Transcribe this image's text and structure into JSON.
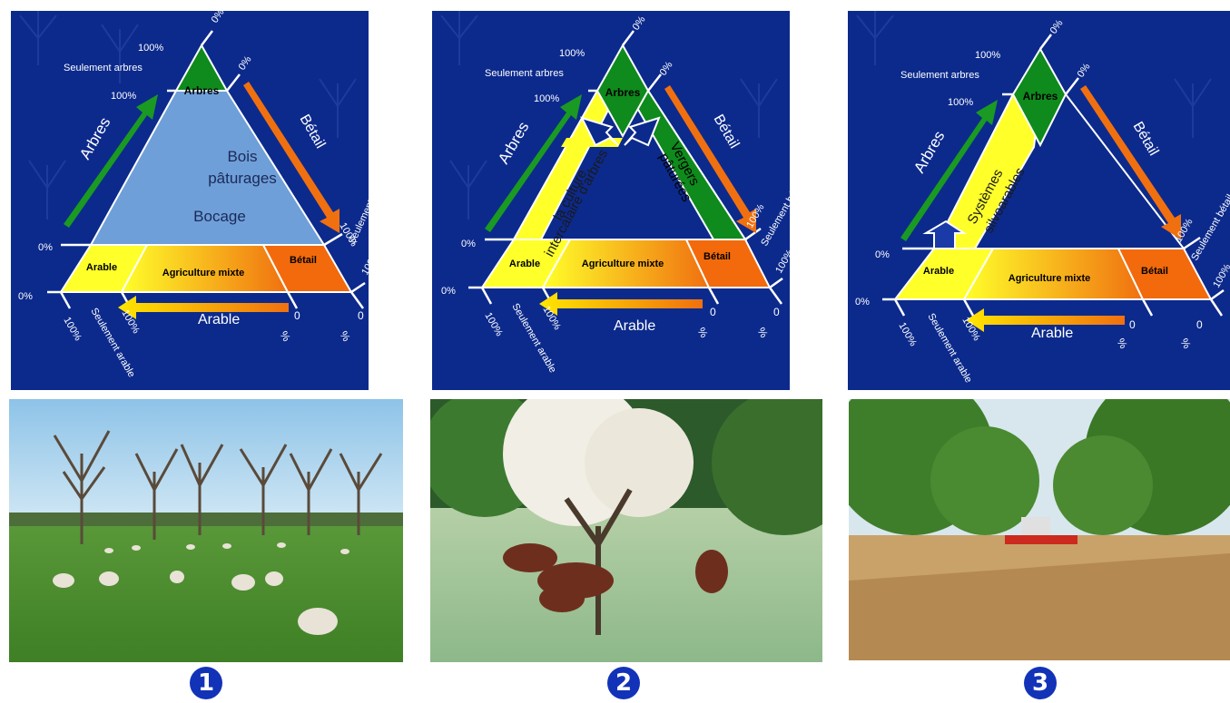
{
  "labels": {
    "trees_axis": "Arbres",
    "livestock_axis": "Bétail",
    "arable_axis": "Arable",
    "only_trees": "Seulement arbres",
    "only_livestock": "Seulement bétail",
    "only_arable": "Seulement arable",
    "p100": "100%",
    "p0": "0%",
    "zero": "0",
    "pct": "%",
    "zone_trees": "Arbres",
    "zone_arable": "Arable",
    "zone_mixed": "Agriculture mixte",
    "zone_livestock": "Bétail"
  },
  "panels": [
    {
      "number": "1",
      "center_line1": "Bois",
      "center_line2": "pâturages",
      "center_line3": "Bocage",
      "photo": "sheep grazing pasture with scattered oak trees"
    },
    {
      "number": "2",
      "left_band_line1": "la culture",
      "left_band_line2": "intercalaire d'arbres",
      "right_band_line1": "Vergers",
      "right_band_line2": "pâturées",
      "photo": "cattle grazing under flowering apple tree"
    },
    {
      "number": "3",
      "left_band_line1": "Systèmes",
      "left_band_line2": "silvoarables",
      "photo": "combine harvester in wheat field between tree rows"
    }
  ],
  "colors": {
    "panel_bg": "#0c2a8c",
    "trees_green": "#0f8a1c",
    "light_blue": "#6f9fd8",
    "yellow": "#ffff2a",
    "orange": "#f26a0c",
    "badge_blue": "#1233b8"
  }
}
